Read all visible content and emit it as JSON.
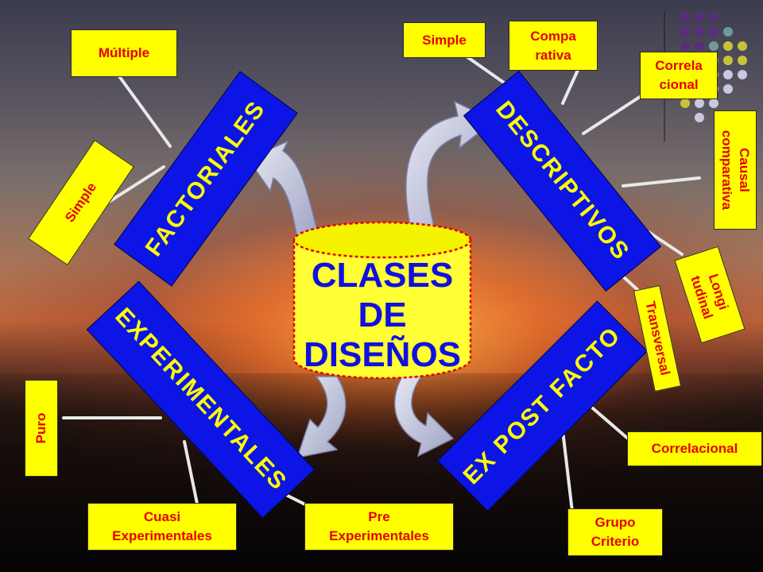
{
  "center": {
    "line1": "CLASES",
    "line2": "DE",
    "line3": "DISEÑOS"
  },
  "categories": {
    "factoriales": "FACTORIALES",
    "descriptivos": "DESCRIPTIVOS",
    "experimentales": "EXPERIMENTALES",
    "ex_post_facto": "EX  POST  FACTO"
  },
  "factoriales_types": {
    "multiple": "Múltiple",
    "simple": "Simple"
  },
  "descriptivos_types": {
    "simple": "Simple",
    "comparativa_1": "Compa",
    "comparativa_2": "rativa",
    "correlacional_1": "Correla",
    "correlacional_2": "cional",
    "causal_1": "Causal",
    "causal_2": "comparativa",
    "longitudinal_1": "Longi",
    "longitudinal_2": "tudinal",
    "transversal": "Transversal"
  },
  "experimentales_types": {
    "puro": "Puro",
    "cuasi_1": "Cuasi",
    "cuasi_2": "Experimentales",
    "pre_1": "Pre",
    "pre_2": "Experimentales"
  },
  "ex_post_facto_types": {
    "correlacional": "Correlacional",
    "grupo_1": "Grupo",
    "grupo_2": "Criterio"
  },
  "colors": {
    "box_fill": "#ffff00",
    "box_text": "#e60000",
    "band_fill": "#0c15e6",
    "band_text": "#ffff00",
    "center_text": "#1010e0",
    "arrow_fill": "#c4c8de"
  }
}
